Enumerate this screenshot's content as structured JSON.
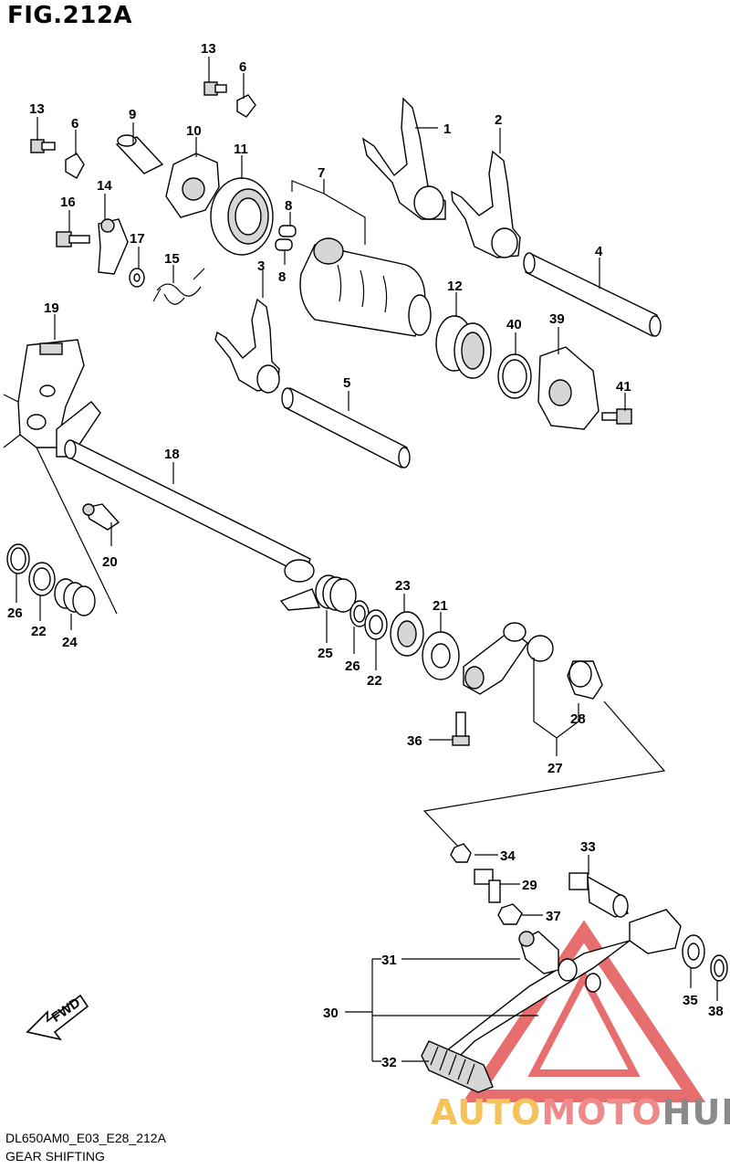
{
  "figure": {
    "title": "FIG.212A",
    "code": "DL650AM0_E03_E28_212A",
    "caption": "GEAR SHIFTING"
  },
  "direction_label": "FWD",
  "watermark": {
    "part1": "AUTO",
    "part2": "MOTO",
    "part3": "HUB",
    "colors": {
      "auto": "#f6c25a",
      "moto": "#f08a8a",
      "hub": "#8a8a8a",
      "triangle": "#e24a4a"
    }
  },
  "part_labels": {
    "p1": "1",
    "p2": "2",
    "p3": "3",
    "p4": "4",
    "p5": "5",
    "p6a": "6",
    "p6b": "6",
    "p7": "7",
    "p8a": "8",
    "p8b": "8",
    "p9": "9",
    "p10": "10",
    "p11": "11",
    "p12": "12",
    "p13a": "13",
    "p13b": "13",
    "p14": "14",
    "p15": "15",
    "p16": "16",
    "p17": "17",
    "p18": "18",
    "p19": "19",
    "p20": "20",
    "p21": "21",
    "p22a": "22",
    "p22b": "22",
    "p23": "23",
    "p24": "24",
    "p25": "25",
    "p26a": "26",
    "p26b": "26",
    "p27": "27",
    "p28": "28",
    "p29": "29",
    "p30": "30",
    "p31": "31",
    "p32": "32",
    "p33": "33",
    "p34": "34",
    "p35": "35",
    "p36": "36",
    "p37": "37",
    "p38": "38",
    "p39": "39",
    "p40": "40",
    "p41": "41"
  }
}
